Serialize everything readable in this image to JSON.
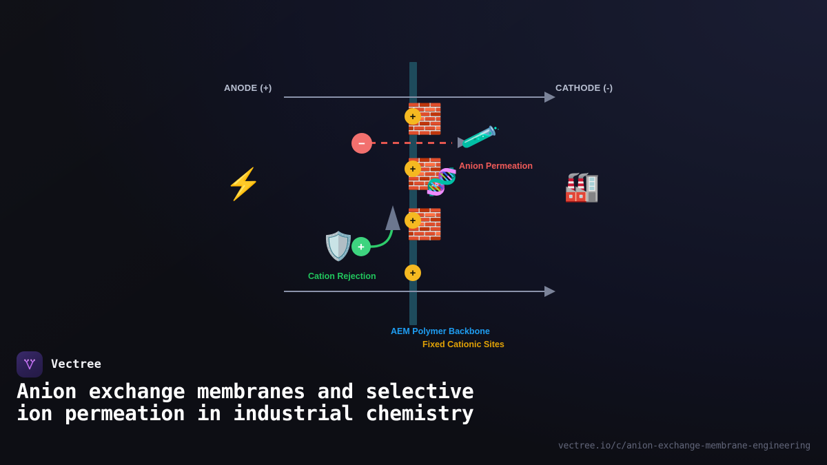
{
  "theme": {
    "bg_dark": "#0d0e14",
    "bg_navy": "#1a1d33",
    "membrane": "#1e4b5c",
    "cation_fixed": "#f5b921",
    "cation_free": "#3ed47f",
    "anion": "#f2706e",
    "accent_red": "#ef5a58",
    "accent_green": "#21c55d",
    "accent_blue": "#1e9df1",
    "accent_gold": "#e0a106",
    "field_arrow": "#8b93ab"
  },
  "diagram": {
    "electrodes": {
      "anode_label": "ANODE (+)",
      "cathode_label": "CATHODE (-)"
    },
    "membrane": {
      "backbone_label": "AEM Polymer Backbone",
      "sites_label": "Fixed Cationic Sites"
    },
    "processes": [
      {
        "id": "anion-permeation",
        "label": "Anion Permeation",
        "color": "#ef5a58"
      },
      {
        "id": "cation-rejection",
        "label": "Cation Rejection",
        "color": "#21c55d"
      }
    ],
    "ions": {
      "anion_glyph": "−",
      "cation_glyph": "+"
    },
    "icons": [
      {
        "name": "high-voltage-icon",
        "glyph": "⚡"
      },
      {
        "name": "test-tube-icon",
        "glyph": "🧪"
      },
      {
        "name": "dna-icon",
        "glyph": "🧬"
      },
      {
        "name": "factory-icon",
        "glyph": "🏭"
      },
      {
        "name": "shield-icon",
        "glyph": "🛡️"
      },
      {
        "name": "brick-wall-icon",
        "glyph": "🧱"
      }
    ]
  },
  "footer": {
    "brand": "Vectree",
    "headline": "Anion exchange membranes and selective ion permeation in industrial chemistry",
    "url": "vectree.io/c/anion-exchange-membrane-engineering"
  }
}
